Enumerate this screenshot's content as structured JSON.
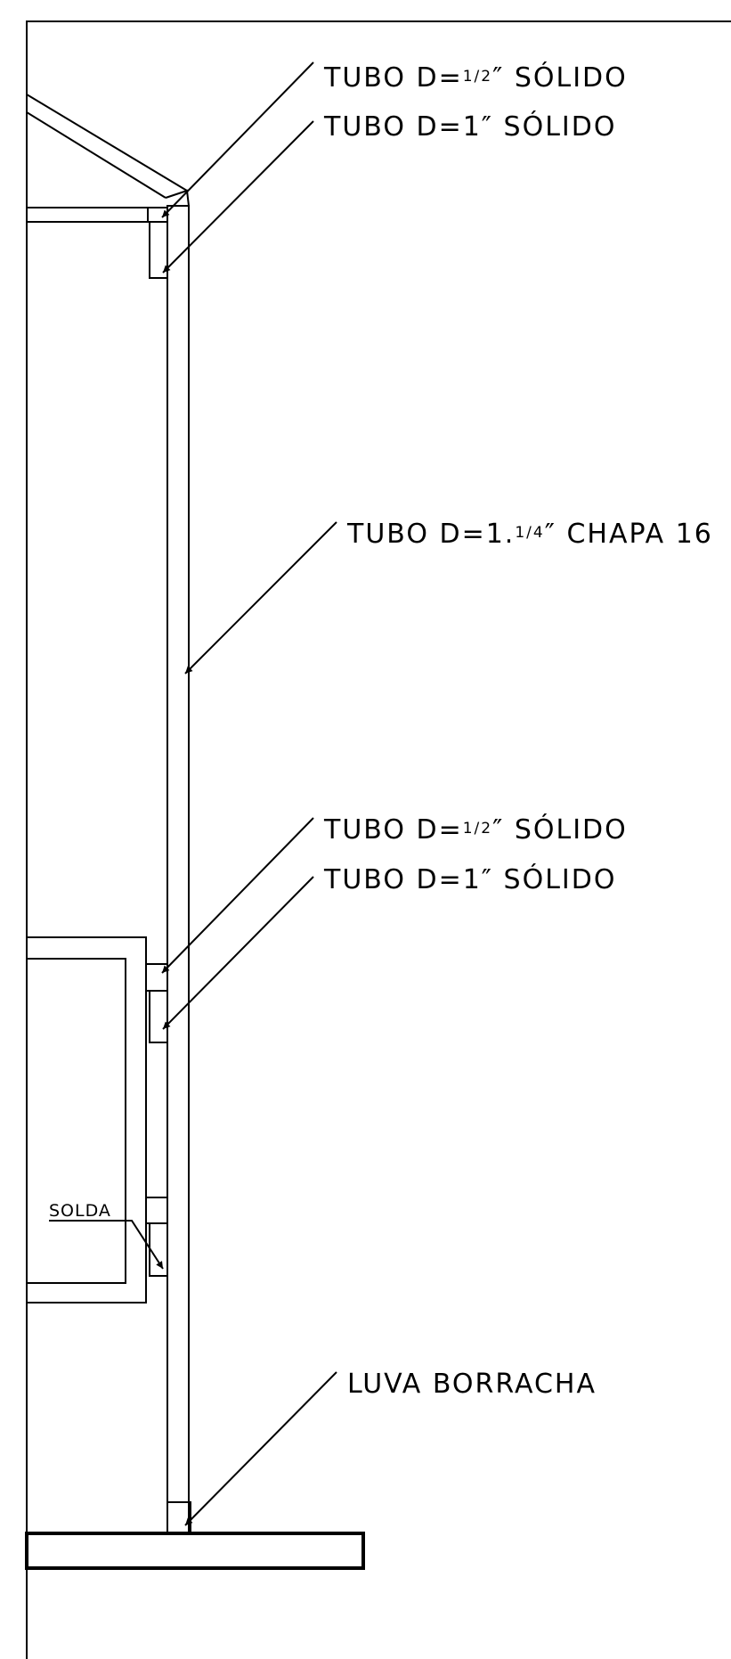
{
  "labels": {
    "top_half_prefix": "TUBO D=",
    "top_half_fraction": "1/2",
    "top_half_suffix": "″ SÓLIDO",
    "top_one": "TUBO D=1″ SÓLIDO",
    "main_prefix": "TUBO D=1.",
    "main_fraction": "1/4",
    "main_suffix": "″ CHAPA 16",
    "mid_half_prefix": "TUBO D=",
    "mid_half_fraction": "1/2",
    "mid_half_suffix": "″ SÓLIDO",
    "mid_one": "TUBO D=1″ SÓLIDO",
    "weld": "SOLDA",
    "rubber_sleeve": "LUVA BORRACHA"
  },
  "colors": {
    "line": "#000000",
    "background": "#ffffff"
  }
}
